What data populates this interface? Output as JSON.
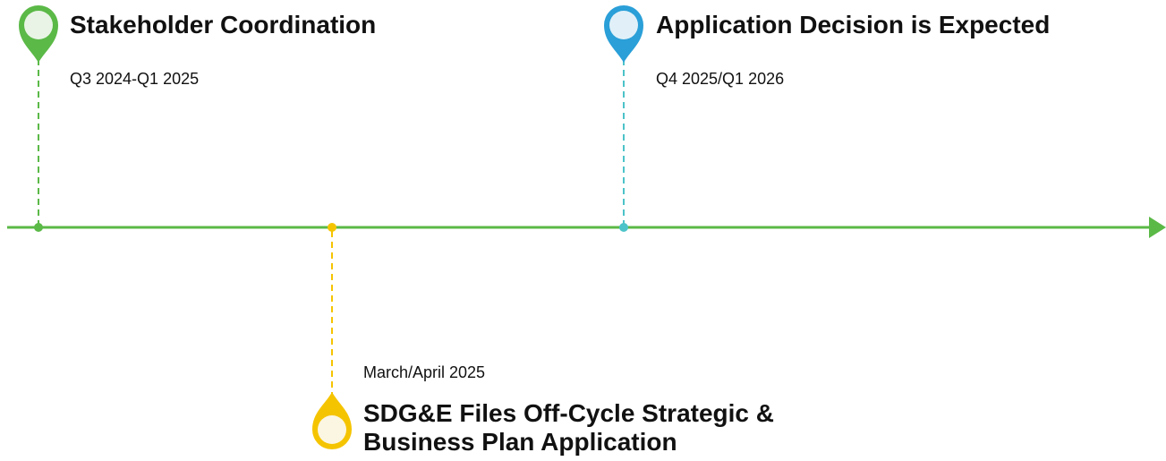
{
  "timeline": {
    "axis_color": "#5bb947",
    "milestones": [
      {
        "title": "Stakeholder Coordination",
        "date": "Q3 2024-Q1 2025",
        "color": "#5bb947",
        "icon": "map-pin-icon",
        "placement": "above"
      },
      {
        "title": "Application Decision is Expected",
        "date": "Q4 2025/Q1 2026",
        "color": "#2a9fd8",
        "line_color": "#4cc3c8",
        "icon": "map-pin-icon",
        "placement": "above"
      },
      {
        "title": "SDG&E Files Off-Cycle Strategic & Business Plan Application",
        "date": "March/April 2025",
        "color": "#f5c400",
        "icon": "map-pin-icon",
        "placement": "below"
      }
    ]
  }
}
